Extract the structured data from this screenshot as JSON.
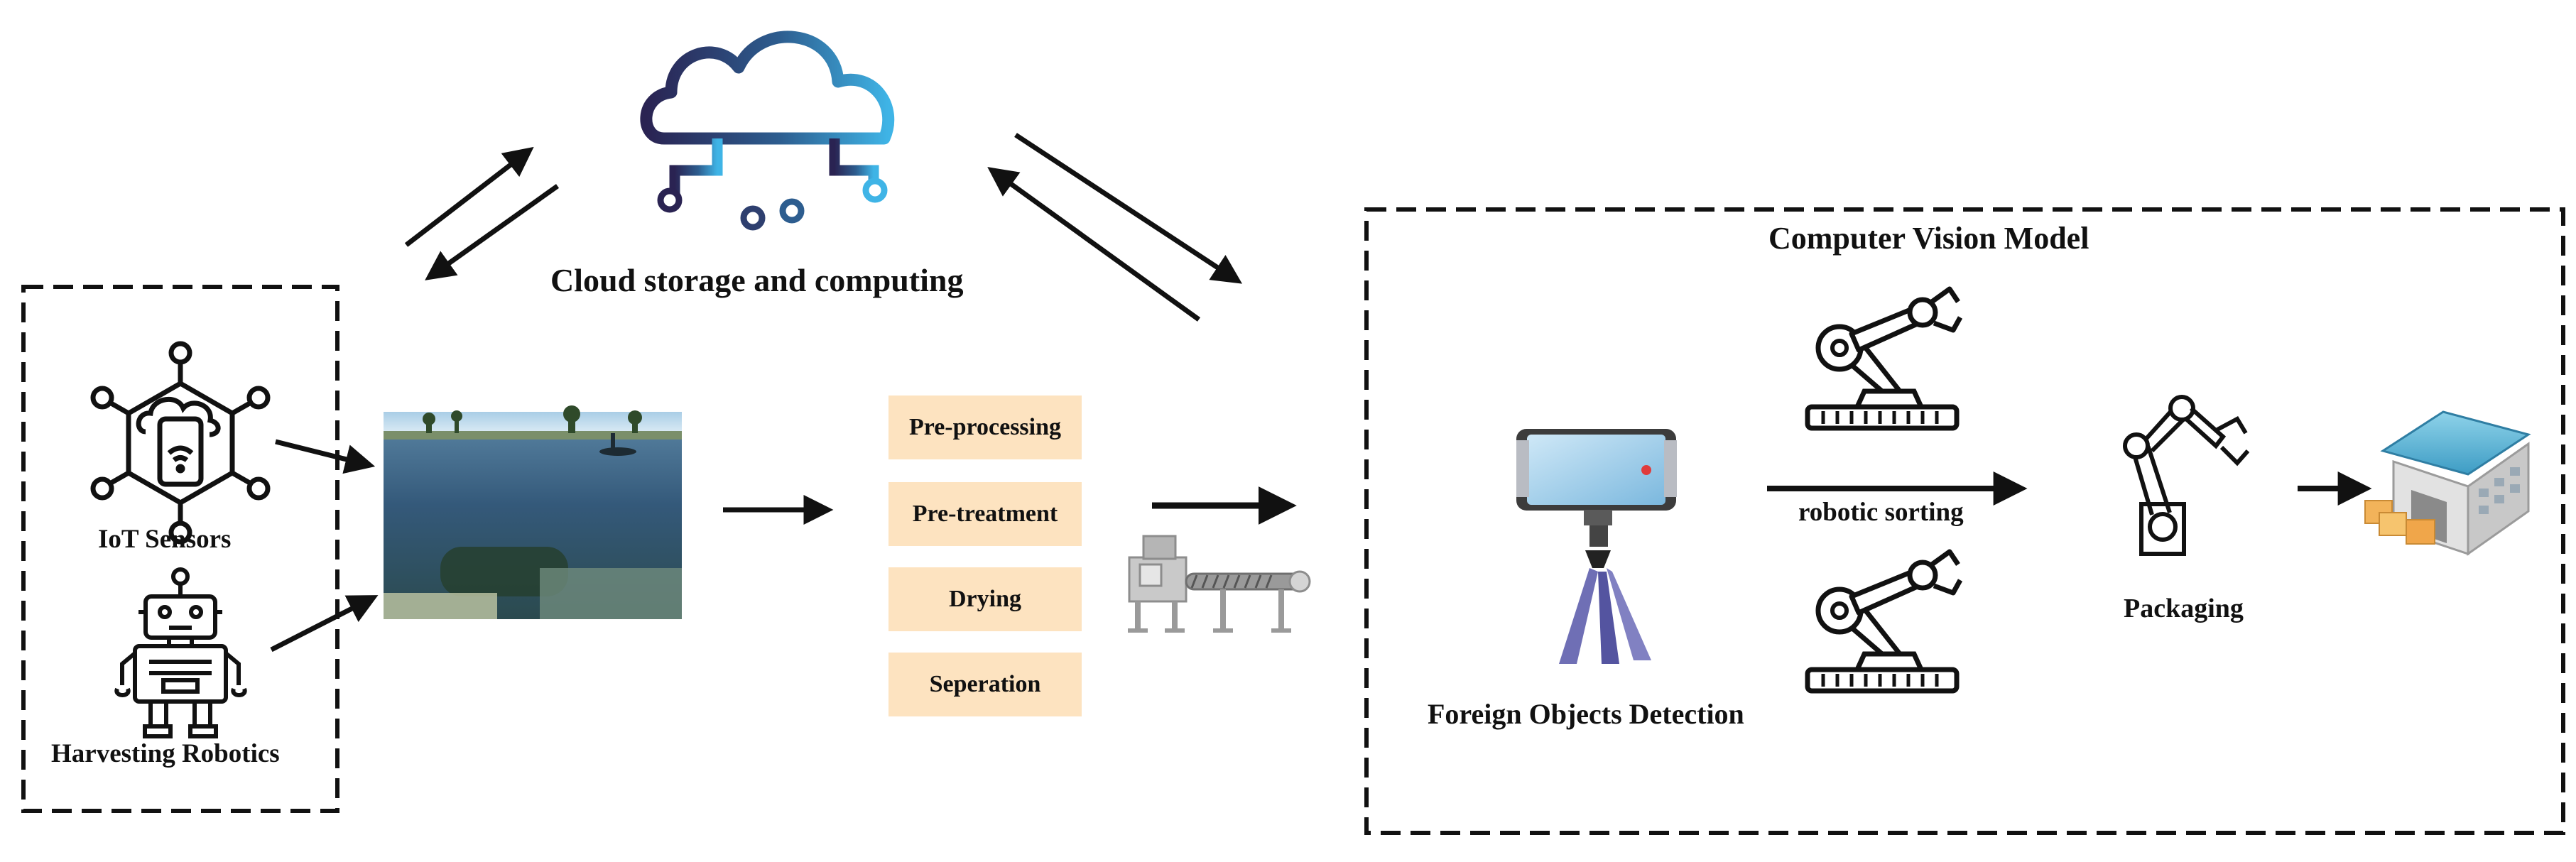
{
  "cloud": {
    "label": "Cloud storage and computing",
    "icon": "cloud-network-icon",
    "gradient_start": "#2a2352",
    "gradient_end": "#3fb4e6"
  },
  "sources": {
    "iot_label": "IoT Sensors",
    "iot_icon": "iot-network-icon",
    "robot_label": "Harvesting Robotics",
    "robot_icon": "robot-icon"
  },
  "photo": {
    "icon": "pond-photo"
  },
  "processing": {
    "steps": [
      "Pre-processing",
      "Pre-treatment",
      "Drying",
      "Seperation"
    ],
    "step_color": "#fde3c0",
    "machine_icon": "conveyor-machine-icon"
  },
  "vision": {
    "title": "Computer Vision Model",
    "detection_label": "Foreign Objects Detection",
    "camera_icon": "phone-on-tripod-icon",
    "sorting_label": "robotic sorting",
    "arm_icon": "robotic-arm-icon",
    "packaging_label": "Packaging",
    "warehouse_icon": "warehouse-icon"
  }
}
